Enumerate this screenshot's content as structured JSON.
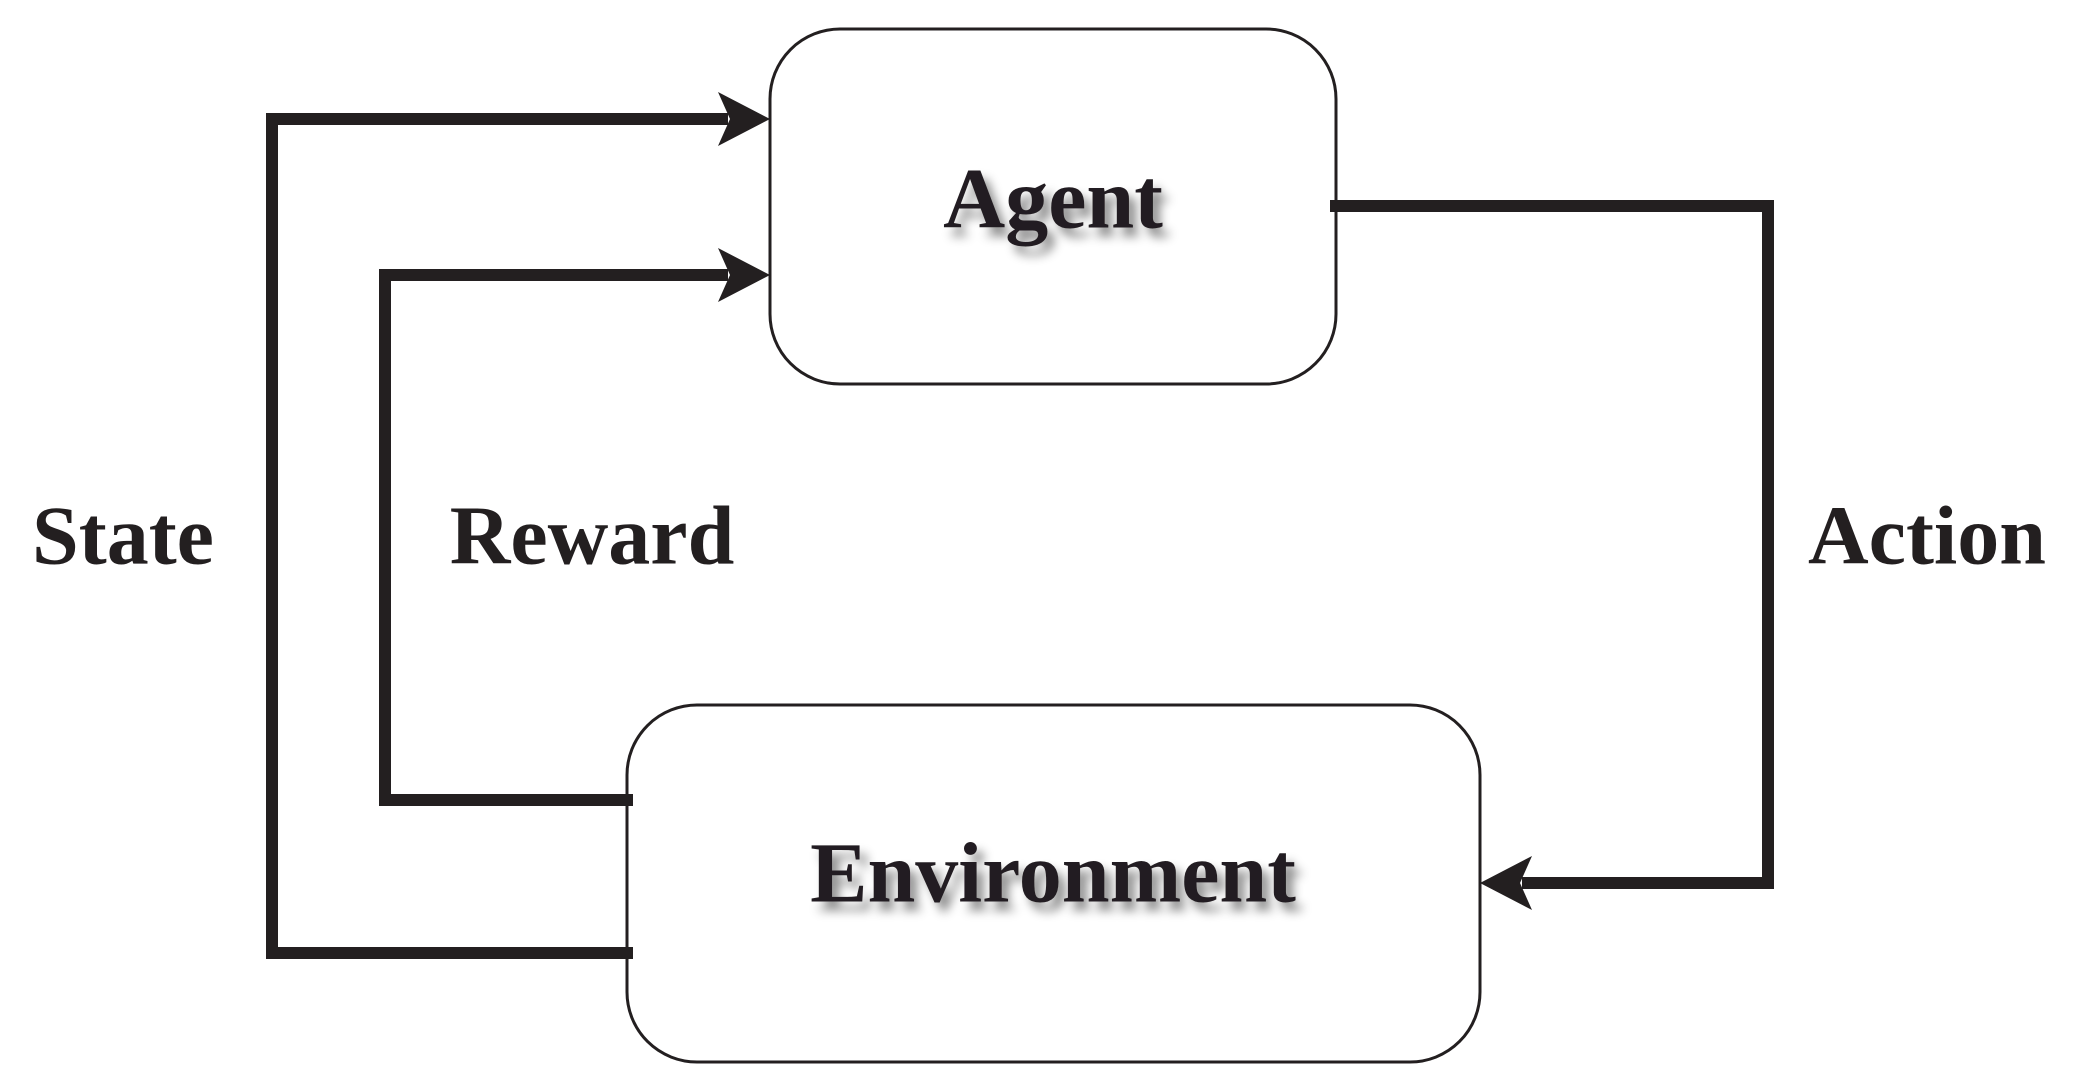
{
  "nodes": {
    "agent": {
      "label": "Agent"
    },
    "environment": {
      "label": "Environment"
    }
  },
  "edges": {
    "state": {
      "label": "State",
      "from": "environment",
      "to": "agent"
    },
    "reward": {
      "label": "Reward",
      "from": "environment",
      "to": "agent"
    },
    "action": {
      "label": "Action",
      "from": "agent",
      "to": "environment"
    }
  },
  "colors": {
    "ink": "#231f20",
    "background": "#ffffff",
    "box_fill": "#ffffff"
  }
}
